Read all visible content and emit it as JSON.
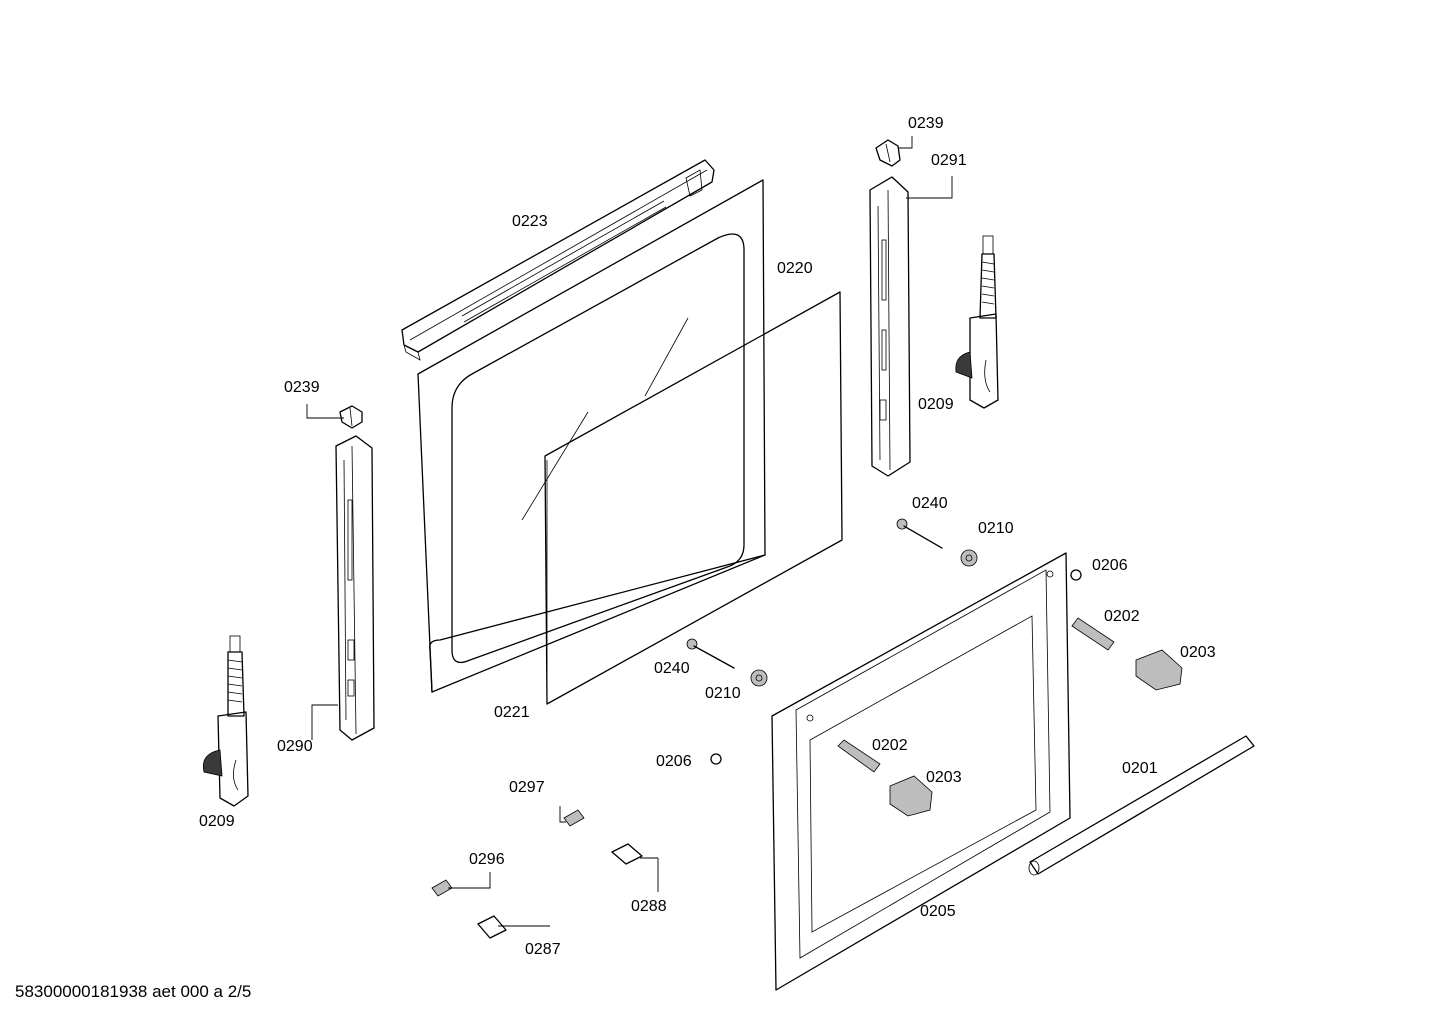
{
  "labels": {
    "p0239_top": "0239",
    "p0291": "0291",
    "p0223": "0223",
    "p0220": "0220",
    "p0209_right": "0209",
    "p0239_left": "0239",
    "p0240_top": "0240",
    "p0210_top": "0210",
    "p0206_right": "0206",
    "p0202_right": "0202",
    "p0203_right": "0203",
    "p0240_mid": "0240",
    "p0210_mid": "0210",
    "p0221": "0221",
    "p0290": "0290",
    "p0206_mid": "0206",
    "p0202_inner": "0202",
    "p0203_inner": "0203",
    "p0201": "0201",
    "p0209_left": "0209",
    "p0297": "0297",
    "p0296": "0296",
    "p0288": "0288",
    "p0287": "0287",
    "p0205": "0205"
  },
  "footer": "58300000181938 aet 000 a 2/5"
}
